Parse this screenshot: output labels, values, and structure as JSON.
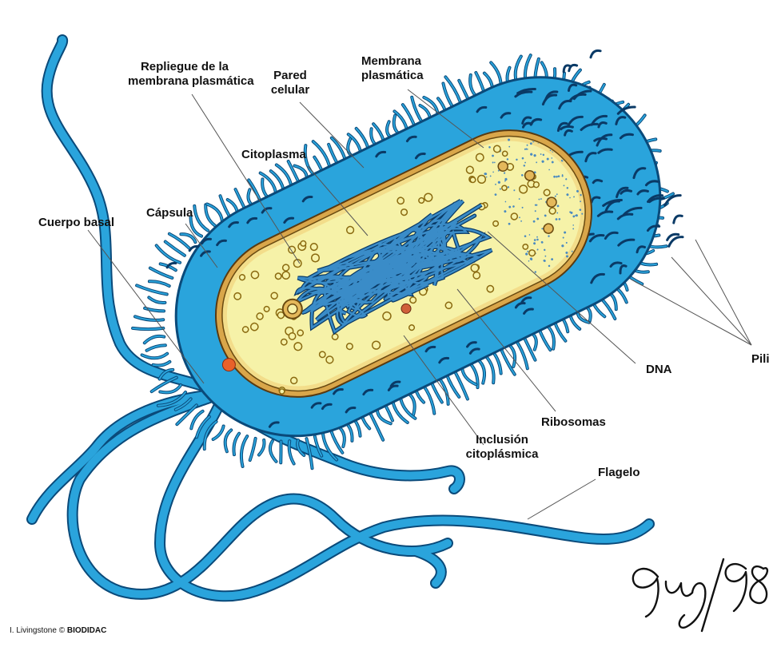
{
  "labels": {
    "repliegue": [
      "Repliegue de la",
      "membrana plasmática"
    ],
    "pared": [
      "Pared",
      "celular"
    ],
    "membrana": [
      "Membrana",
      "plasmática"
    ],
    "citoplasma": "Citoplasma",
    "capsula": "Cápsula",
    "cuerpo_basal": "Cuerpo basal",
    "dna": "DNA",
    "pili": "Pili",
    "ribosomas": "Ribosomas",
    "inclusion": [
      "Inclusión",
      "citoplásmica"
    ],
    "flagelo": "Flagelo"
  },
  "signature": "9uy/98",
  "credit": {
    "author": "I. Livingstone ©",
    "org": "BIODIDAC"
  },
  "colors": {
    "capsule": "#2aa4dc",
    "capsule_dark": "#0a4a7a",
    "cytoplasm": "#f6f2a8",
    "cell_wall": "#d9a64a",
    "dna": "#1a5a86",
    "basal_body": "#e8612a",
    "leader_line": "#555555"
  }
}
